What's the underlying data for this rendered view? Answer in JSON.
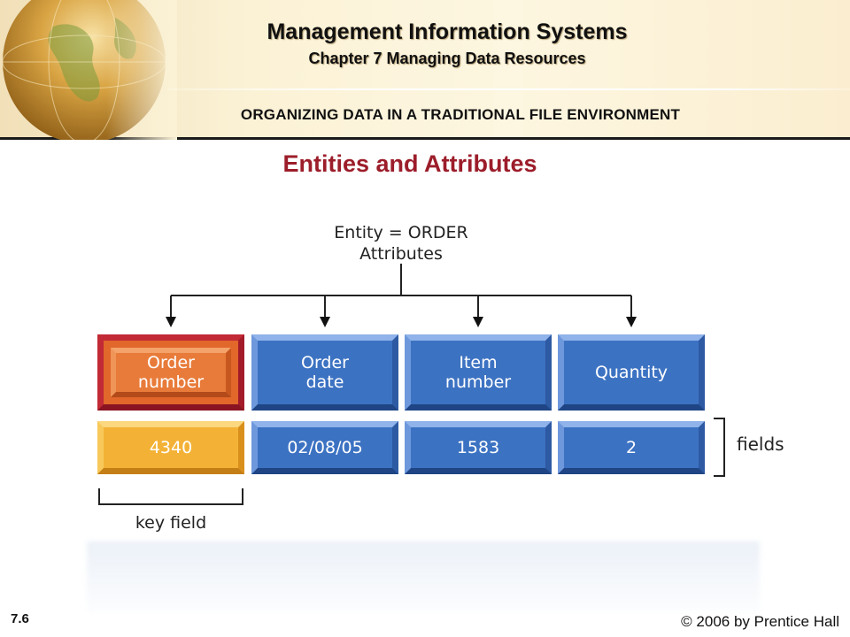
{
  "header": {
    "title": "Management Information Systems",
    "subtitle": "Chapter 7 Managing Data Resources",
    "section": "ORGANIZING DATA IN A TRADITIONAL FILE ENVIRONMENT"
  },
  "slide": {
    "title": "Entities and Attributes"
  },
  "diagram": {
    "entity_label": "Entity = ORDER",
    "attributes_label": "Attributes",
    "attributes": [
      {
        "name": "Order\nnumber",
        "value": "4340"
      },
      {
        "name": "Order\ndate",
        "value": "02/08/05"
      },
      {
        "name": "Item\nnumber",
        "value": "1583"
      },
      {
        "name": "Quantity",
        "value": "2"
      }
    ],
    "fields_label": "fields",
    "key_field_label": "key field",
    "colors": {
      "key_attribute": "#e1672a",
      "key_value": "#f3b236",
      "attribute": "#3c72c2",
      "title": "#9c1d2a"
    }
  },
  "footer": {
    "slide_number": "7.6",
    "copyright": "© 2006 by Prentice Hall"
  }
}
